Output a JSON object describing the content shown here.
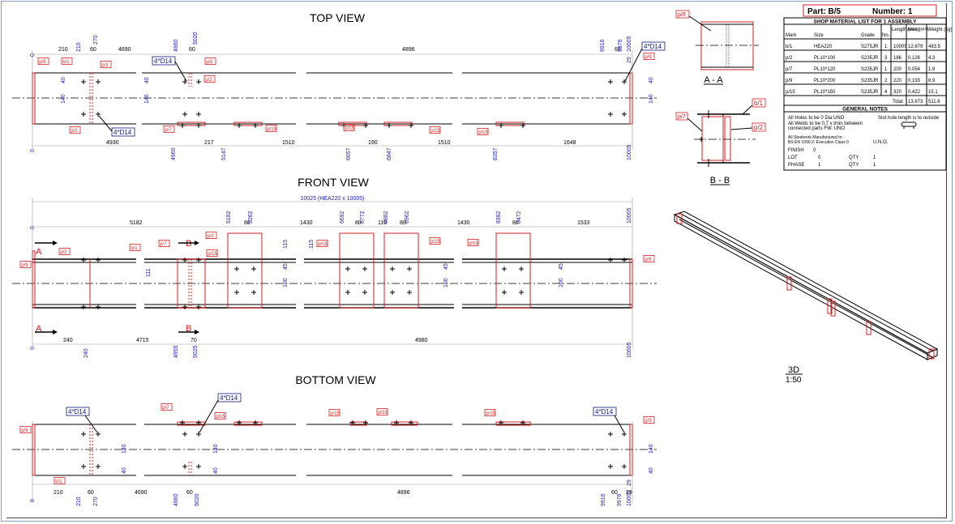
{
  "part_header": {
    "part": "Part: B/5",
    "number": "Number: 1"
  },
  "views": {
    "top": "TOP VIEW",
    "front": "FRONT VIEW",
    "bottom": "BOTTOM VIEW",
    "section_aa": "A - A",
    "section_bb": "B - B",
    "three_d": "3D",
    "three_d_scale": "1:50"
  },
  "material_list": {
    "title": "SHOP MATERIAL LIST FOR 1 ASSEMBLY",
    "headers": [
      "Mark",
      "Size",
      "Grade",
      "No.",
      "Length (mm)",
      "Area (m²)",
      "Weight (kg)"
    ],
    "rows": [
      [
        "b/1",
        "HEA220",
        "S275JR",
        "1",
        "10005",
        "12.879",
        "483.5"
      ],
      [
        "p/2",
        "PL10*100",
        "S235JR",
        "3",
        "186",
        "0.126",
        "4.3"
      ],
      [
        "p/7",
        "PL10*120",
        "S235JR",
        "1",
        "200",
        "0.054",
        "1.9"
      ],
      [
        "p/9",
        "PL10*200",
        "S235JR",
        "2",
        "220",
        "0.193",
        "6.9"
      ],
      [
        "p/15",
        "PL10*150",
        "S235JR",
        "4",
        "320",
        "0.422",
        "15.1"
      ]
    ],
    "total_label": "Total",
    "total_area": "13.673",
    "total_weight": "511.6"
  },
  "general_notes": {
    "title": "GENERAL NOTES",
    "holes": "All Holes to be   0 Dia UNO",
    "slot": "Slot hole length is to outside",
    "welds1": "All Welds to be 0.7 x tmin between",
    "welds2": "connected parts  FW. UNO",
    "steel1": "All Steelwork Manufactured to:",
    "steel2": "BS EN 1090-2: Execution Class  0",
    "uno": "U.N.O.",
    "finish_label": "FINISH",
    "finish_value": "0",
    "lot_label": "LOT",
    "lot_value": "0",
    "phase_label": "PHASE",
    "phase_value": "1",
    "qty_label": "QTY",
    "qty1": "1",
    "qty2": "1"
  },
  "top_view": {
    "dims_top": [
      "210",
      "210",
      "60",
      "270",
      "4690",
      "4960",
      "60",
      "5020",
      "4896",
      "9916",
      "60",
      "9976",
      "10005"
    ],
    "dims_bottom": [
      "4930",
      "4960",
      "217",
      "5147",
      "1510",
      "6657",
      "190",
      "6847",
      "1510",
      "8357",
      "1648",
      "10005"
    ],
    "v_dims": [
      "40",
      "140",
      "40",
      "140",
      "40",
      "140"
    ],
    "zeros": [
      "0",
      "0"
    ],
    "bolt_tags": [
      "4*D14",
      "4*D14",
      "4*D14"
    ],
    "part_tags": [
      "p/9",
      "b/1",
      "p/2",
      "p/2",
      "p/2",
      "p/7",
      "p/15",
      "p/15",
      "p/15",
      "p/15",
      "p/9",
      "p/2"
    ]
  },
  "front_view": {
    "overall": "10025 (HEA220 x 10005)",
    "dims_top": [
      "5182",
      "5182",
      "80",
      "5262",
      "1430",
      "6692",
      "80",
      "6772",
      "110",
      "6882",
      "80",
      "6962",
      "1430",
      "8392",
      "80",
      "8472",
      "1533",
      "10005"
    ],
    "dims_bottom": [
      "240",
      "240",
      "4715",
      "4955",
      "70",
      "5025",
      "4980",
      "10005"
    ],
    "v_dims": [
      "111",
      "115",
      "45",
      "100",
      "115",
      "45",
      "100",
      "45",
      "100"
    ],
    "zeros": [
      "0",
      "0"
    ],
    "section_letters": [
      "A",
      "A",
      "B",
      "B"
    ],
    "part_tags": [
      "p/9",
      "p/2",
      "b/1",
      "p/7",
      "p/2",
      "p/15",
      "p/15",
      "p/15",
      "p/15",
      "p/9"
    ]
  },
  "bottom_view": {
    "dims": [
      "210",
      "60",
      "4690",
      "60",
      "4896",
      "60",
      "29",
      "210",
      "270",
      "4960",
      "5020",
      "9916",
      "9976",
      "10005"
    ],
    "v_dims": [
      "140",
      "40",
      "140",
      "40",
      "140",
      "40"
    ],
    "zeros": [
      "0"
    ],
    "bolt_tags": [
      "4*D14",
      "4*D14",
      "4*D14"
    ],
    "part_tags": [
      "p/9",
      "b/1",
      "p/7",
      "p/15",
      "p/15",
      "p/15",
      "p/15",
      "p/9"
    ]
  },
  "section_tags": {
    "aa": [
      "p/9"
    ],
    "bb": [
      "p/7",
      "b/1",
      "p/2"
    ]
  },
  "top_extra_dims": [
    "29",
    "29"
  ]
}
